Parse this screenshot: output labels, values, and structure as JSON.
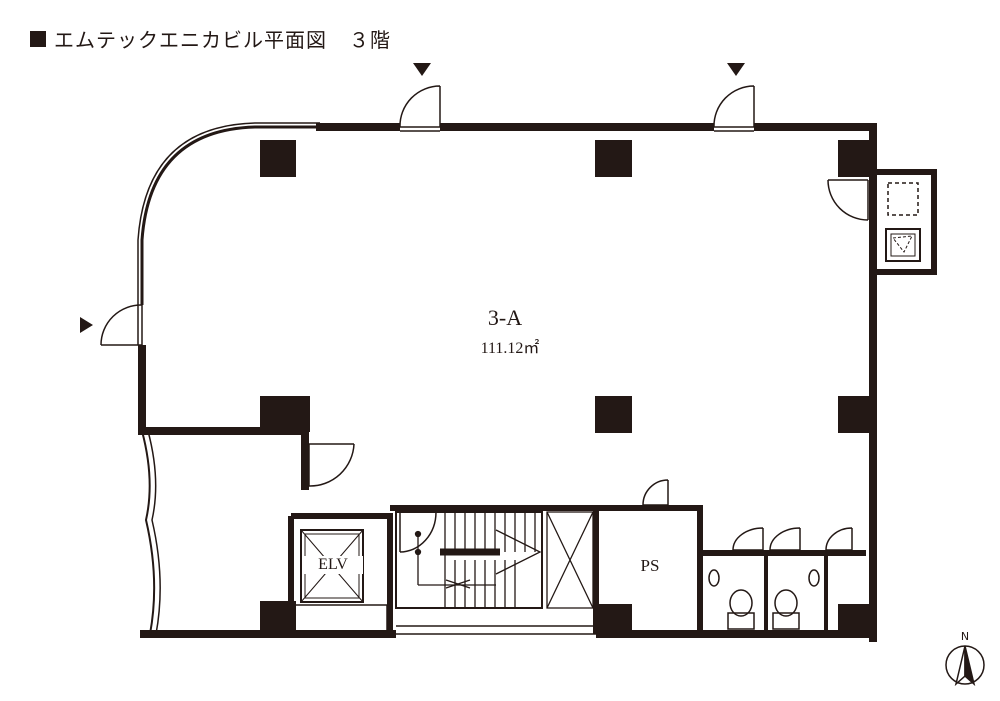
{
  "title": {
    "text": "エムテックエニカビル平面図",
    "floor": "３階"
  },
  "room": {
    "name": "3-A",
    "area": "111.12㎡"
  },
  "labels": {
    "elevator": "ELV",
    "pipe_space": "PS",
    "north": "N"
  },
  "icons": {
    "entrance_marker": "entrance-triangle-icon",
    "north_arrow": "north-arrow-icon"
  },
  "colors": {
    "wall": "#231815",
    "background": "#ffffff",
    "line": "#231815"
  }
}
